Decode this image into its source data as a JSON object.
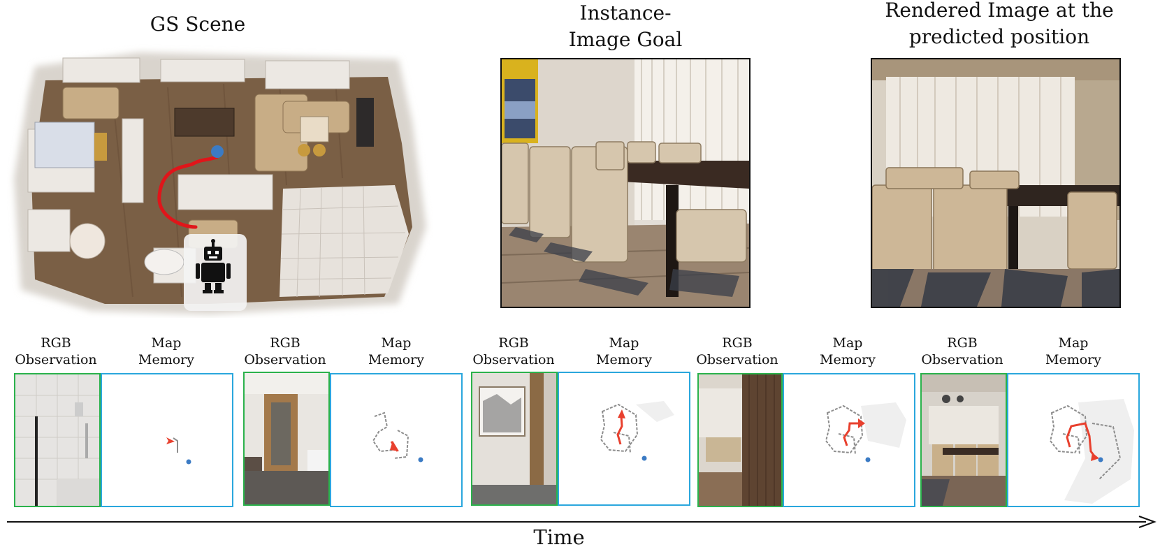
{
  "titles": {
    "gs_scene": "GS Scene",
    "goal_line1": "Instance-",
    "goal_line2": "Image Goal",
    "rendered_line1": "Rendered Image at the",
    "rendered_line2": "predicted position"
  },
  "labels": {
    "rgb_line1": "RGB",
    "rgb_line2": "Observation",
    "map_line1": "Map",
    "map_line2": "Memory"
  },
  "timeline": {
    "label": "Time"
  },
  "colors": {
    "rgb_border": "#2bb24c",
    "map_border": "#2aa7dd",
    "trajectory": "#e8402e",
    "goal_dot": "#3b7bc4",
    "path_red": "#e0151a"
  },
  "icons": {
    "robot": "robot-icon",
    "arrow": "arrow-right-icon"
  }
}
